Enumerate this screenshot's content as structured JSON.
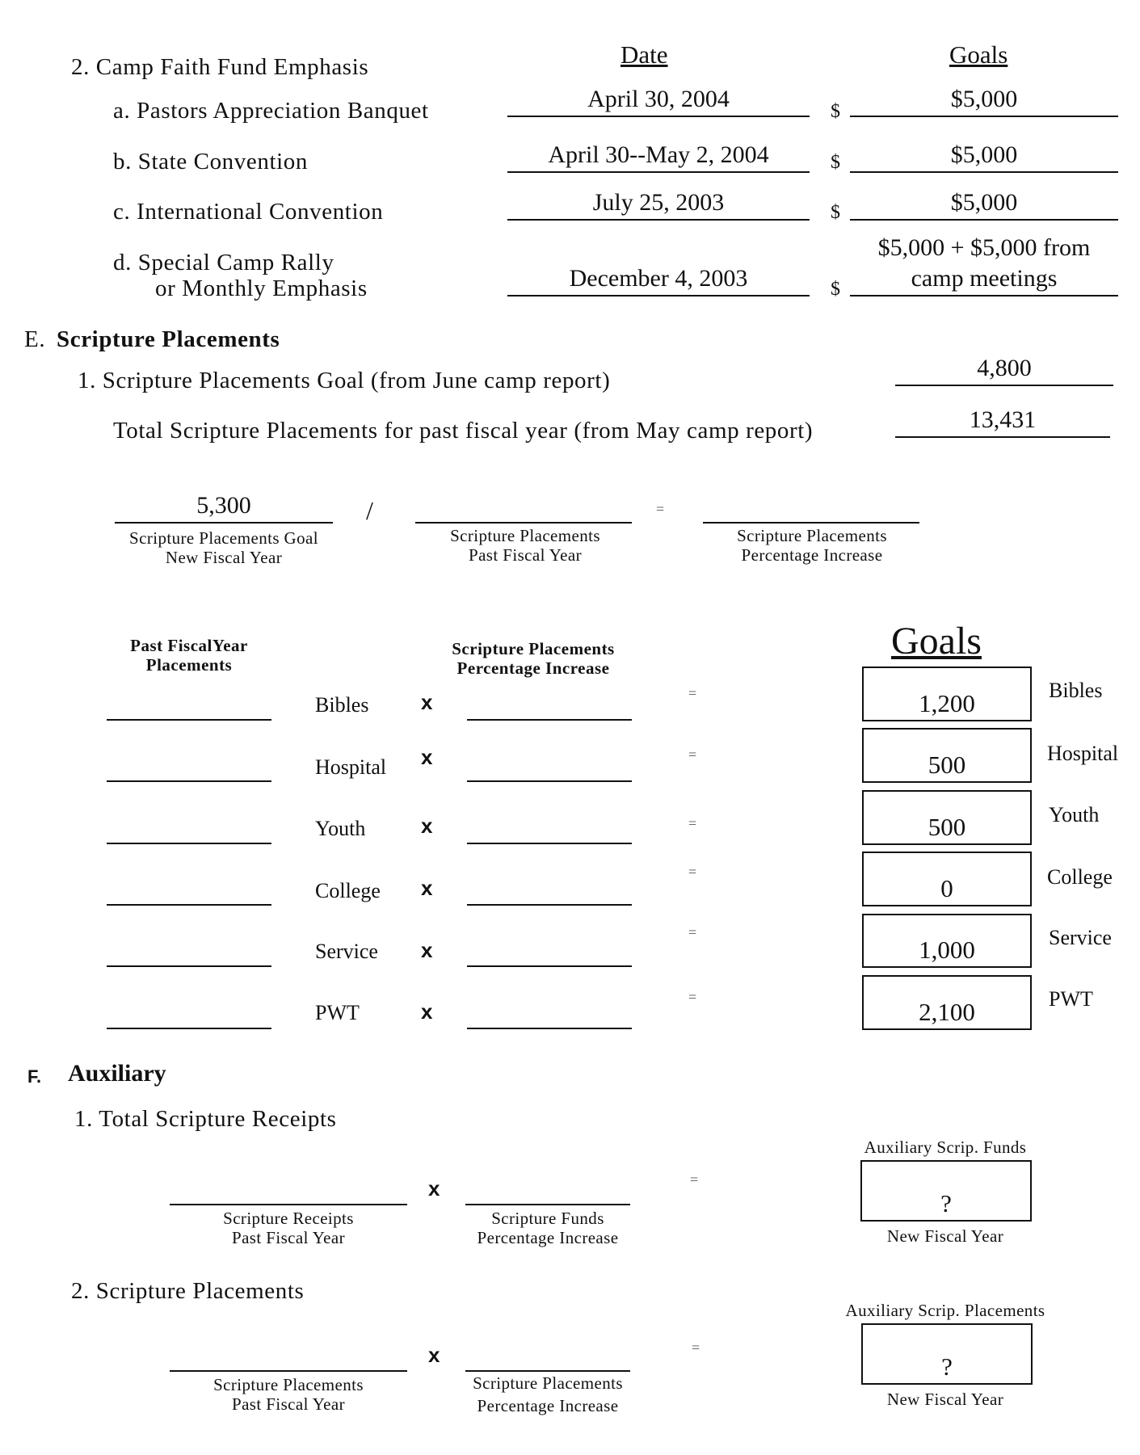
{
  "camp_faith": {
    "title": "2. Camp Faith Fund Emphasis",
    "date_header": "Date",
    "goals_header": "Goals",
    "currency_symbol": "$",
    "rows": [
      {
        "label": "a. Pastors Appreciation Banquet",
        "date": "April 30, 2004",
        "goal": "$5,000"
      },
      {
        "label": "b. State Convention",
        "date": "April 30--May 2, 2004",
        "goal": "$5,000"
      },
      {
        "label": "c. International Convention",
        "date": "July 25, 2003",
        "goal": "$5,000"
      },
      {
        "label_line1": "d. Special Camp Rally",
        "label_line2": "or Monthly Emphasis",
        "date": "December 4, 2003",
        "goal_line1": "$5,000 + $5,000 from",
        "goal_line2": "camp meetings"
      }
    ]
  },
  "section_e": {
    "letter": "E.",
    "title": "Scripture Placements",
    "goal_label": "1. Scripture Placements Goal (from June camp report)",
    "goal_value": "4,800",
    "total_label": "Total Scripture Placements for past fiscal year (from May camp report)",
    "total_value": "13,431",
    "formula": {
      "new_goal_value": "5,300",
      "slash": "/",
      "equals": "=",
      "cap1_line1": "Scripture Placements Goal",
      "cap1_line2": "New Fiscal Year",
      "cap2_line1": "Scripture Placements",
      "cap2_line2": "Past Fiscal Year",
      "cap3_line1": "Scripture Placements",
      "cap3_line2": "Percentage Increase"
    },
    "table": {
      "col1_line1": "Past FiscalYear",
      "col1_line2": "Placements",
      "col2_line1": "Scripture Placements",
      "col2_line2": "Percentage Increase",
      "goals_title": "Goals",
      "times": "x",
      "equals": "=",
      "rows": [
        {
          "category": "Bibles",
          "goal": "1,200"
        },
        {
          "category": "Hospital",
          "goal": "500"
        },
        {
          "category": "Youth",
          "goal": "500"
        },
        {
          "category": "College",
          "goal": "0"
        },
        {
          "category": "Service",
          "goal": "1,000"
        },
        {
          "category": "PWT",
          "goal": "2,100"
        }
      ]
    }
  },
  "section_f": {
    "letter": "F.",
    "title": "Auxiliary",
    "times": "x",
    "equals": "=",
    "receipts": {
      "label": "1. Total Scripture Receipts",
      "cap1_line1": "Scripture Receipts",
      "cap1_line2": "Past Fiscal Year",
      "cap2_line1": "Scripture Funds",
      "cap2_line2": "Percentage Increase",
      "box_title": "Auxiliary Scrip. Funds",
      "box_value": "?",
      "box_caption": "New Fiscal Year"
    },
    "placements": {
      "label": "2. Scripture Placements",
      "cap1_line1": "Scripture Placements",
      "cap1_line2": "Past Fiscal Year",
      "cap2_line1": "Scripture Placements",
      "cap2_line2": "Percentage Increase",
      "box_title": "Auxiliary Scrip. Placements",
      "box_value": "?",
      "box_caption": "New Fiscal Year"
    }
  }
}
